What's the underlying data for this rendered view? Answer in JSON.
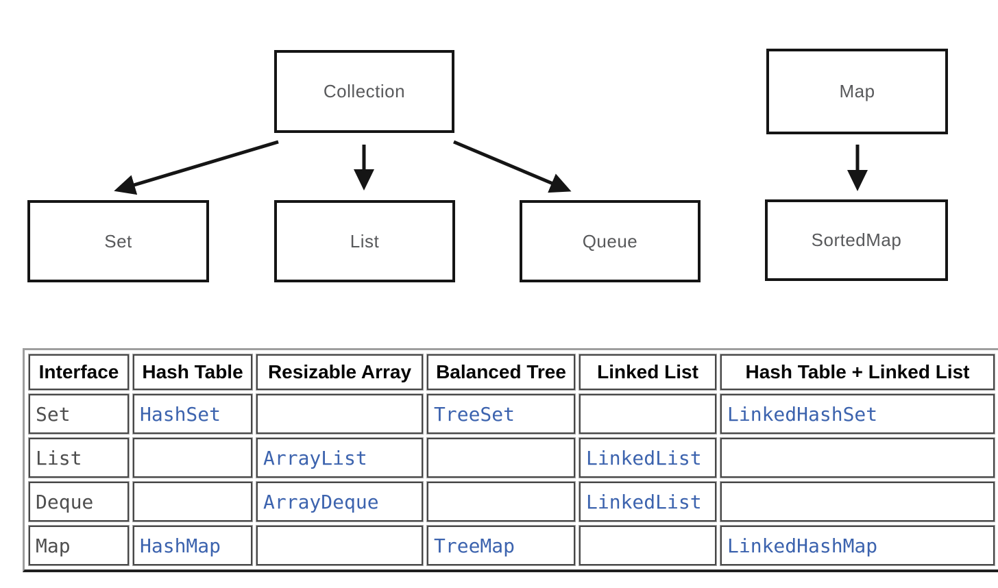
{
  "diagram": {
    "nodes": {
      "collection": {
        "label": "Collection"
      },
      "map": {
        "label": "Map"
      },
      "set": {
        "label": "Set"
      },
      "list": {
        "label": "List"
      },
      "queue": {
        "label": "Queue"
      },
      "sortedmap": {
        "label": "SortedMap"
      }
    },
    "edges": [
      {
        "from": "collection",
        "to": "set"
      },
      {
        "from": "collection",
        "to": "list"
      },
      {
        "from": "collection",
        "to": "queue"
      },
      {
        "from": "map",
        "to": "sortedmap"
      }
    ]
  },
  "table": {
    "headers": [
      "Interface",
      "Hash Table",
      "Resizable Array",
      "Balanced Tree",
      "Linked List",
      "Hash Table + Linked List"
    ],
    "rows": [
      {
        "interface": "Set",
        "cells": [
          "HashSet",
          "",
          "TreeSet",
          "",
          "LinkedHashSet"
        ]
      },
      {
        "interface": "List",
        "cells": [
          "",
          "ArrayList",
          "",
          "LinkedList",
          ""
        ]
      },
      {
        "interface": "Deque",
        "cells": [
          "",
          "ArrayDeque",
          "",
          "LinkedList",
          ""
        ]
      },
      {
        "interface": "Map",
        "cells": [
          "HashMap",
          "",
          "TreeMap",
          "",
          "LinkedHashMap"
        ]
      }
    ]
  },
  "colors": {
    "implementation_link_blue": "#3c63ae",
    "diagram_label_gray": "#58595b",
    "diagram_border_black": "#151515",
    "table_border_dark": "#1f1f1f",
    "table_border_gray": "#9e9e9e",
    "header_text": "#050505",
    "interface_cell_text": "#4e4e4e",
    "background": "#ffffff"
  }
}
